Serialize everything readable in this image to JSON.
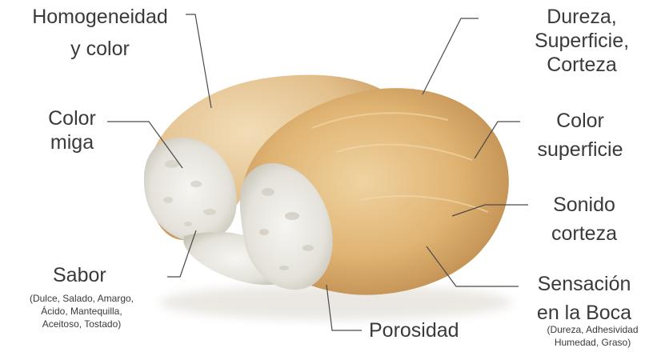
{
  "labels": {
    "homogeneidad": [
      "Homogeneidad",
      "y color"
    ],
    "dureza": [
      "Dureza,",
      "Superficie,",
      "Corteza"
    ],
    "color_miga": [
      "Color",
      "miga"
    ],
    "color_superficie": [
      "Color",
      "superficie"
    ],
    "sonido_corteza": [
      "Sonido",
      "corteza"
    ],
    "sabor": "Sabor",
    "sabor_detalle": [
      "(Dulce, Salado, Amargo,",
      "Ácido, Mantequilla,",
      "Aceitoso, Tostado)"
    ],
    "sensacion": [
      "Sensación",
      "en la Boca"
    ],
    "sensacion_detalle": [
      "(Dureza, Adhesividad",
      "Humedad, Graso)"
    ],
    "porosidad": "Porosidad"
  },
  "colors": {
    "text": "#3a3a3a",
    "leader_line": "#4a4a4a",
    "crust": "#d9a963",
    "crumb": "#ecebe6"
  }
}
